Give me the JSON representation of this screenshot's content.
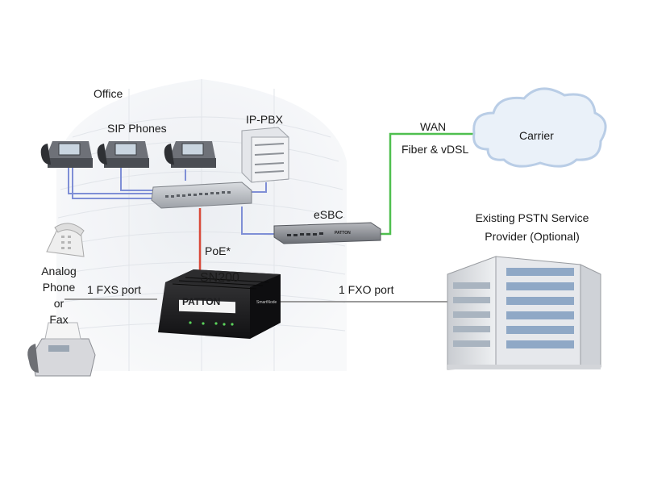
{
  "labels": {
    "office": "Office",
    "sip_phones": "SIP Phones",
    "ip_pbx": "IP-PBX",
    "wan": "WAN",
    "fiber_vdsl": "Fiber & vDSL",
    "carrier": "Carrier",
    "esbc": "eSBC",
    "pstn_line1": "Existing PSTN Service",
    "pstn_line2": "Provider (Optional)",
    "poe": "PoE*",
    "sn200": "SN200",
    "analog_line1": "Analog",
    "analog_line2": "Phone",
    "analog_line3": "or",
    "analog_line4": "Fax",
    "fxs_port": "1 FXS port",
    "fxo_port": "1 FXO port"
  },
  "device_text": {
    "brand": "PATTON",
    "product": "SmartNode",
    "esbc_brand": "PATTON"
  },
  "colors": {
    "ethernet": "#7f8fd6",
    "poe": "#d94a3a",
    "wan": "#4fbf4f",
    "analog": "#9a9a9a",
    "cloud": "#e6eef7",
    "device_dark": "#1d1d1f",
    "led": "#5bd45b"
  },
  "icons": [
    "building-icon",
    "ip-phone-icon",
    "pbx-icon",
    "switch-icon",
    "esbc-icon",
    "cloud-icon",
    "sn200-icon",
    "analog-phone-icon",
    "fax-icon",
    "office-building-icon"
  ]
}
